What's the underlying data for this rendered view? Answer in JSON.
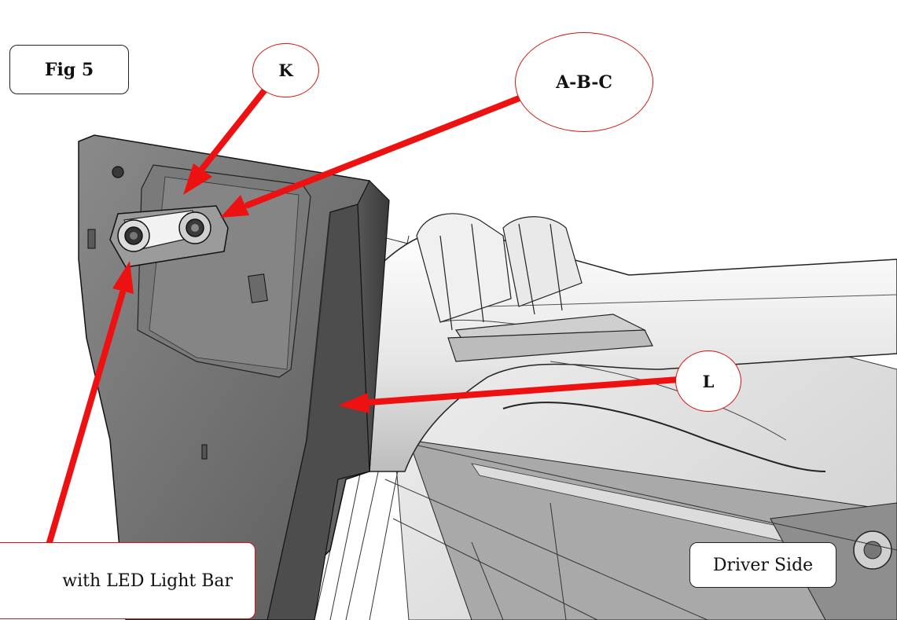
{
  "figure": {
    "label": "Fig 5"
  },
  "callouts": {
    "k": "K",
    "abc": "A-B-C",
    "l": "L"
  },
  "notes": {
    "led": "with LED Light Bar",
    "side": "Driver Side"
  },
  "colors": {
    "arrow": "#ee1111",
    "callout_border": "#d21414",
    "panel_dark": "#4a4a4a",
    "panel_light": "#7d7d7d"
  }
}
